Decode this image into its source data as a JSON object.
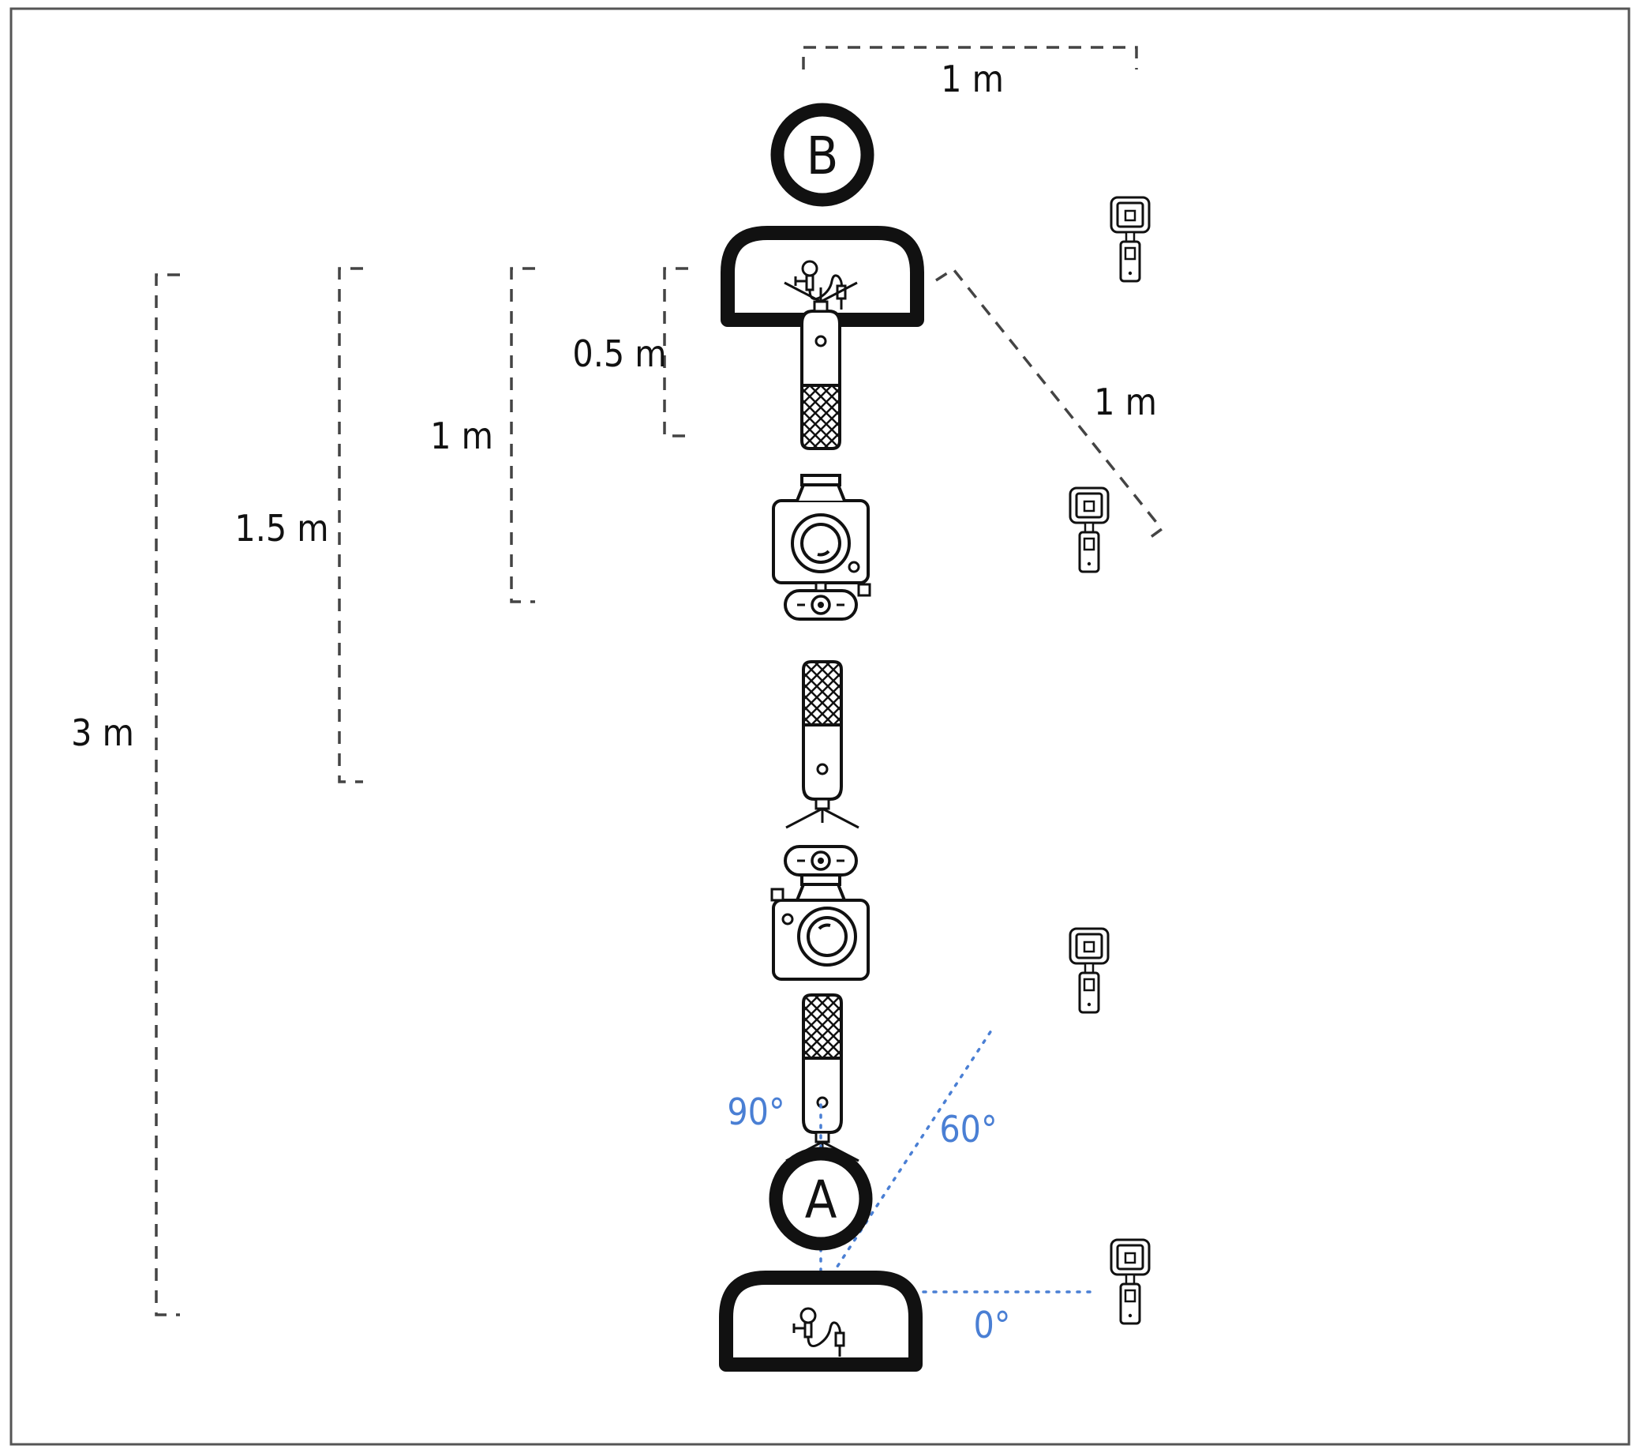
{
  "persons": {
    "a": {
      "label": "A"
    },
    "b": {
      "label": "B"
    }
  },
  "distances": {
    "half_m": "0.5 m",
    "one_m": "1 m",
    "one_half_m": "1.5 m",
    "three_m": "3 m",
    "lateral": "1 m",
    "diagonal": "1 m"
  },
  "angles": {
    "deg0": "0°",
    "deg60": "60°",
    "deg90": "90°"
  },
  "colors": {
    "ink": "#111111",
    "dash": "#444444",
    "angle": "#4a7fd4",
    "frame": "#555555"
  },
  "icons": {
    "person": "person-icon",
    "lavalier": "lavalier-mic-icon",
    "studio_mic": "studio-mic-icon",
    "camera": "camera-icon",
    "webcam": "webcam-icon",
    "action_cam": "action-camera-icon"
  }
}
